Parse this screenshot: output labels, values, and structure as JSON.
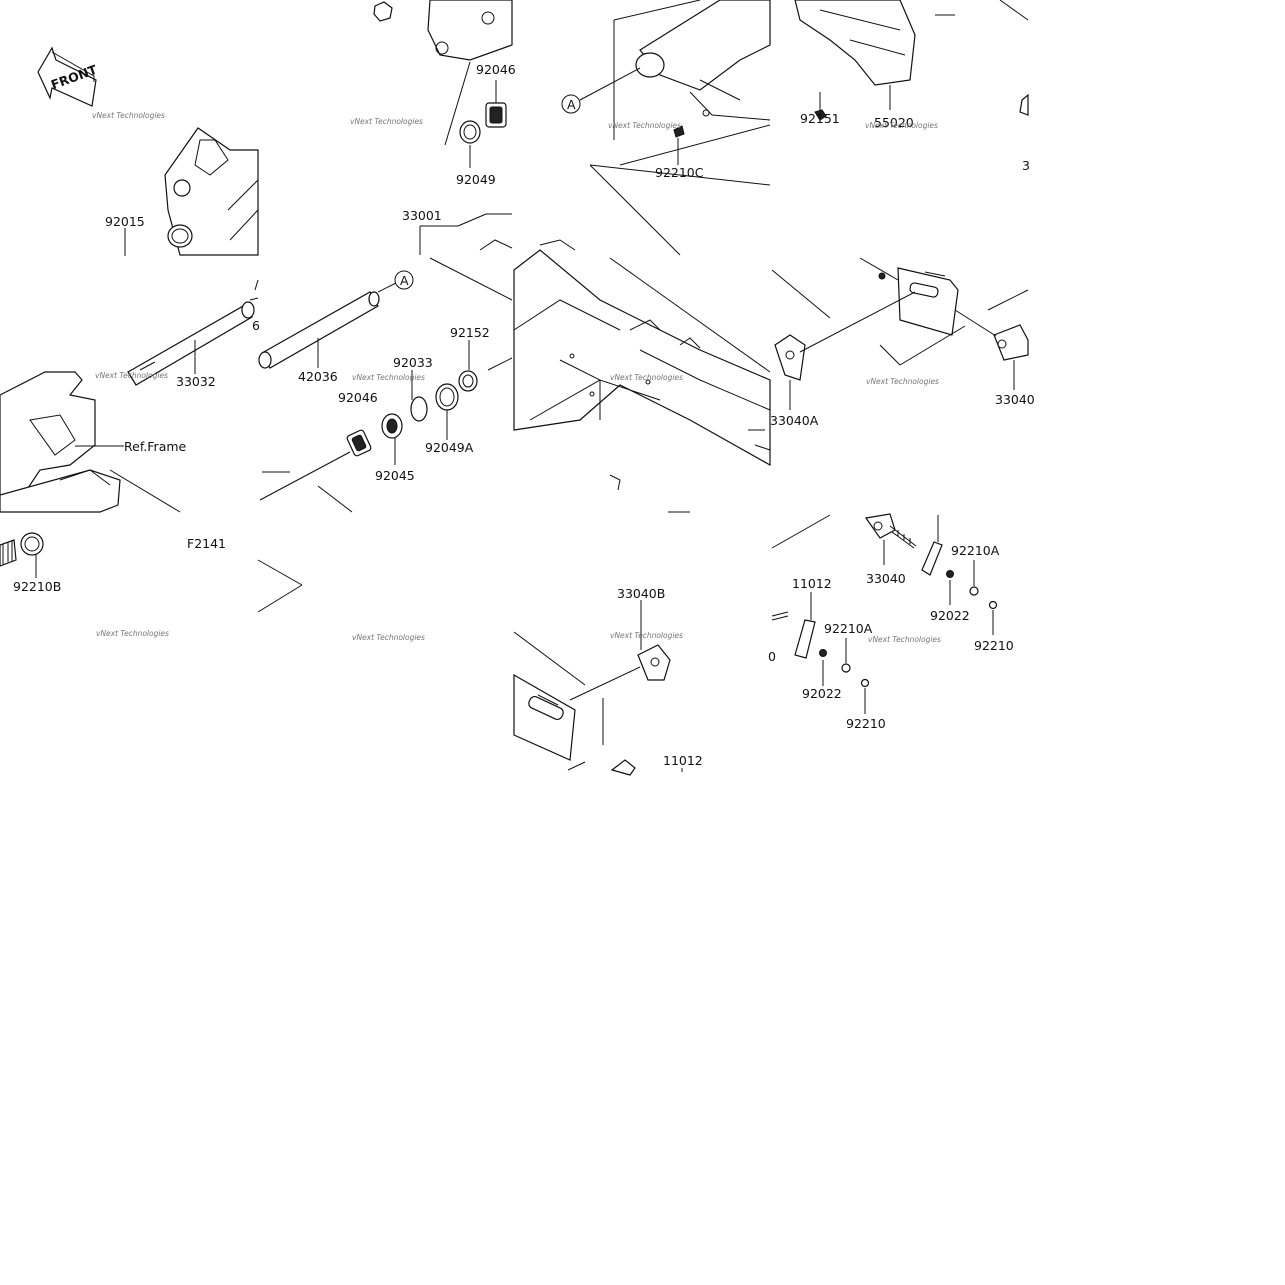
{
  "front_badge": "FRONT",
  "diagram_code": "F2141",
  "watermark": "vNext Technologies",
  "circle_marker": "A",
  "ref_frame": "Ref.Frame",
  "labels": {
    "p92015": "92015",
    "p33032": "33032",
    "p92210B": "92210B",
    "p92046_top": "92046",
    "p92049": "92049",
    "p33001": "33001",
    "p42036": "42036",
    "p92033": "92033",
    "p92152": "92152",
    "p92046_mid": "92046",
    "p92045": "92045",
    "p92049A": "92049A",
    "p92210C": "92210C",
    "p92151": "92151",
    "p55020": "55020",
    "p33040A": "33040A",
    "p33040_edge": "33040",
    "p3_edge": "3",
    "p33040B": "33040B",
    "p11012_bottom": "11012",
    "p11012_right": "11012",
    "p33040": "33040",
    "p92210A_1": "92210A",
    "p92210A_2": "92210A",
    "p92022_1": "92022",
    "p92022_2": "92022",
    "p92210_1": "92210",
    "p92210_2": "92210",
    "p0_edge": "0",
    "p6_edge": "6"
  }
}
